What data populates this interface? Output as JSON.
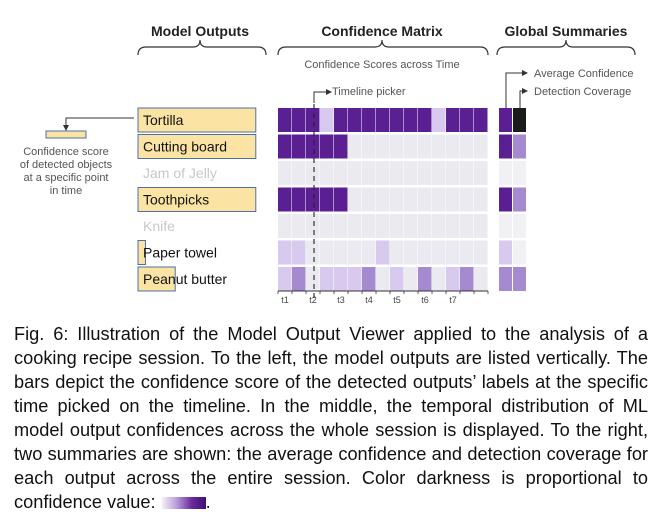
{
  "headers": {
    "model_outputs": "Model Outputs",
    "confidence_matrix": "Confidence Matrix",
    "global_summaries": "Global Summaries"
  },
  "matrix_subtitle": "Confidence Scores across Time",
  "annotations": {
    "timeline_picker": "Timeline picker",
    "average_confidence": "Average Confidence",
    "detection_coverage": "Detection Coverage",
    "left_note": [
      "Confidence score",
      "of detected objects",
      "at a specific point",
      "in time"
    ]
  },
  "colors": {
    "bar_fill": "#fbe3a4",
    "bar_stroke": "#4d6fa6",
    "dark_purple": "#5a1f93",
    "mid_purple": "#a58ad0",
    "light_purple": "#d8c9ee",
    "empty_cell": "#ebeaf0"
  },
  "outputs": [
    {
      "label": "Tortilla",
      "active": true,
      "confidence": 0.95
    },
    {
      "label": "Cutting board",
      "active": true,
      "confidence": 0.95
    },
    {
      "label": "Jam of Jelly",
      "active": false,
      "confidence": 0
    },
    {
      "label": "Toothpicks",
      "active": true,
      "confidence": 0.95
    },
    {
      "label": "Knife",
      "active": false,
      "confidence": 0
    },
    {
      "label": "Paper towel",
      "active": true,
      "confidence": 0.06
    },
    {
      "label": "Peanut butter",
      "active": true,
      "confidence": 0.3
    }
  ],
  "timeline": {
    "ticks": [
      "t1",
      "t2",
      "t3",
      "t4",
      "t5",
      "t6",
      "t7"
    ],
    "picked": "t2"
  },
  "matrix_levels": [
    [
      3,
      3,
      3,
      1,
      3,
      3,
      3,
      3,
      3,
      3,
      3,
      1,
      3,
      3,
      3
    ],
    [
      3,
      3,
      3,
      3,
      3,
      0,
      0,
      0,
      0,
      0,
      0,
      0,
      0,
      0,
      0
    ],
    [
      0,
      0,
      0,
      0,
      0,
      0,
      0,
      0,
      0,
      0,
      0,
      0,
      0,
      0,
      0
    ],
    [
      3,
      3,
      3,
      3,
      3,
      0,
      0,
      0,
      0,
      0,
      0,
      0,
      0,
      0,
      0
    ],
    [
      0,
      0,
      0,
      0,
      0,
      0,
      0,
      0,
      0,
      0,
      0,
      0,
      0,
      0,
      0
    ],
    [
      1,
      1,
      0,
      0,
      0,
      0,
      0,
      1,
      0,
      0,
      0,
      0,
      0,
      0,
      0
    ],
    [
      1,
      2,
      0,
      1,
      1,
      1,
      2,
      0,
      1,
      0,
      2,
      0,
      1,
      2,
      0
    ]
  ],
  "summaries": [
    {
      "avg": 3,
      "coverage": 4
    },
    {
      "avg": 3,
      "coverage": 2
    },
    {
      "avg": 0,
      "coverage": 0
    },
    {
      "avg": 3,
      "coverage": 2
    },
    {
      "avg": 0,
      "coverage": 0
    },
    {
      "avg": 1,
      "coverage": 0
    },
    {
      "avg": 2,
      "coverage": 2
    }
  ],
  "caption": "Fig. 6: Illustration of the Model Output Viewer applied to the analysis of a cooking recipe session. To the left, the model outputs are listed vertically. The bars depict the confidence score of the detected outputs’ labels at the specific time picked on the timeline. In the middle, the temporal distribution of ML model output confidences across the whole session is displayed. To the right, two summaries are shown: the average confidence and detection coverage for each output across the entire session. Color darkness is proportional to confidence value:",
  "caption_end": "."
}
